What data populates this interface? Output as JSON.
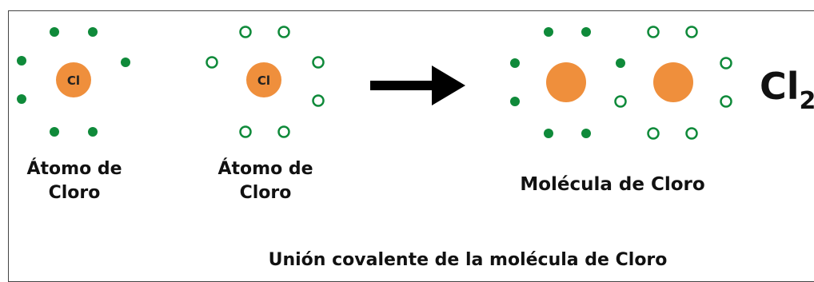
{
  "diagram": {
    "atom1": {
      "symbol": "Cl",
      "label_line1": "Átomo de",
      "label_line2": "Cloro"
    },
    "atom2": {
      "symbol": "Cl",
      "label_line1": "Átomo de",
      "label_line2": "Cloro"
    },
    "molecule": {
      "label": "Molécula de Cloro"
    },
    "formula": {
      "base": "Cl",
      "subscript": "2"
    },
    "caption": "Unión covalente de la molécula de Cloro"
  },
  "colors": {
    "electron": "#0f8a3a",
    "nucleus": "#ef8f3c",
    "arrow": "#000000",
    "border": "#444444"
  }
}
